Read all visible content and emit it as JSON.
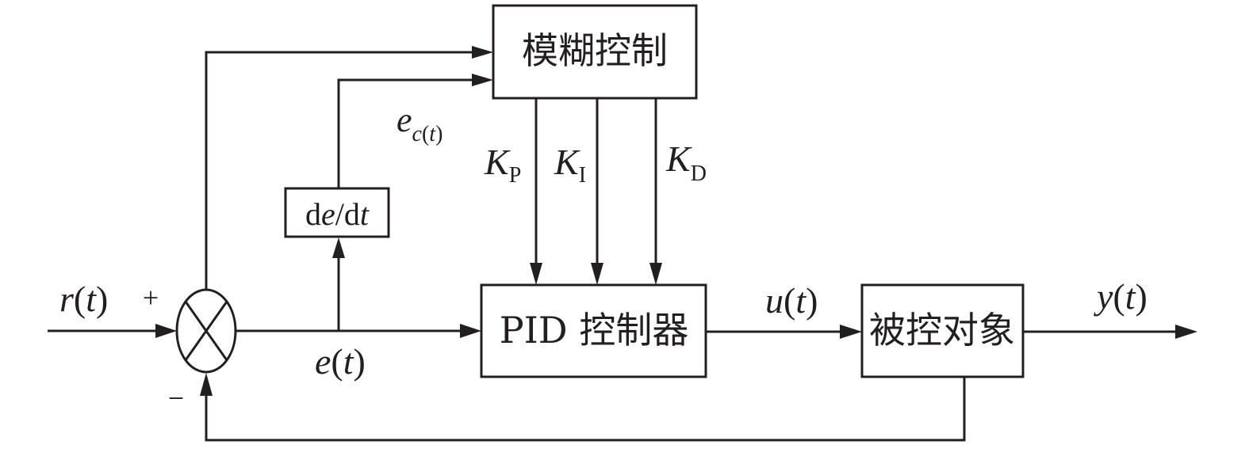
{
  "diagram": {
    "type": "control-loop block diagram",
    "blocks": {
      "fuzzy": {
        "label": "模糊控制"
      },
      "derivative": {
        "label_d1": "d",
        "label_e": "e",
        "label_slash": "/d",
        "label_t": "t"
      },
      "pid": {
        "label": "PID 控制器"
      },
      "plant": {
        "label": "被控对象"
      }
    },
    "summing_junction": {
      "plus_sign": "+",
      "minus_sign": "−"
    },
    "signals": {
      "input": {
        "main": "r",
        "paren_open": "(",
        "arg": "t",
        "paren_close": ")"
      },
      "error": {
        "main": "e",
        "paren_open": "(",
        "arg": "t",
        "paren_close": ")"
      },
      "error_change": {
        "main": "e",
        "sub_main": "c",
        "sub_paren_open": "(",
        "sub_arg": "t",
        "sub_paren_close": ")"
      },
      "control": {
        "main": "u",
        "paren_open": "(",
        "arg": "t",
        "paren_close": ")"
      },
      "output": {
        "main": "y",
        "paren_open": "(",
        "arg": "t",
        "paren_close": ")"
      }
    },
    "gains": [
      {
        "symbol": "K",
        "subscript": "P"
      },
      {
        "symbol": "K",
        "subscript": "I"
      },
      {
        "symbol": "K",
        "subscript": "D"
      }
    ],
    "colors": {
      "stroke": "#231f20",
      "background": "#ffffff"
    }
  }
}
